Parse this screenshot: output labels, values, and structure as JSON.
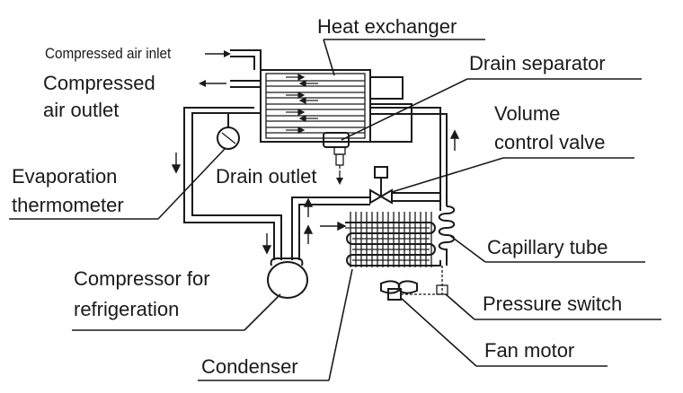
{
  "labels": {
    "compressed_air_inlet": "Compressed air inlet",
    "heat_exchanger": "Heat exchanger",
    "drain_separator": "Drain separator",
    "compressed_air_outlet_line1": "Compressed",
    "compressed_air_outlet_line2": "air outlet",
    "volume_control_valve_line1": "Volume",
    "volume_control_valve_line2": "control valve",
    "evaporation_thermometer_line1": "Evaporation",
    "evaporation_thermometer_line2": "thermometer",
    "drain_outlet": "Drain outlet",
    "capillary_tube": "Capillary tube",
    "compressor_line1": "Compressor for",
    "compressor_line2": "refrigeration",
    "pressure_switch": "Pressure switch",
    "fan_motor": "Fan motor",
    "condenser": "Condenser"
  },
  "colors": {
    "line": "#1a1a1a",
    "background": "#ffffff"
  }
}
